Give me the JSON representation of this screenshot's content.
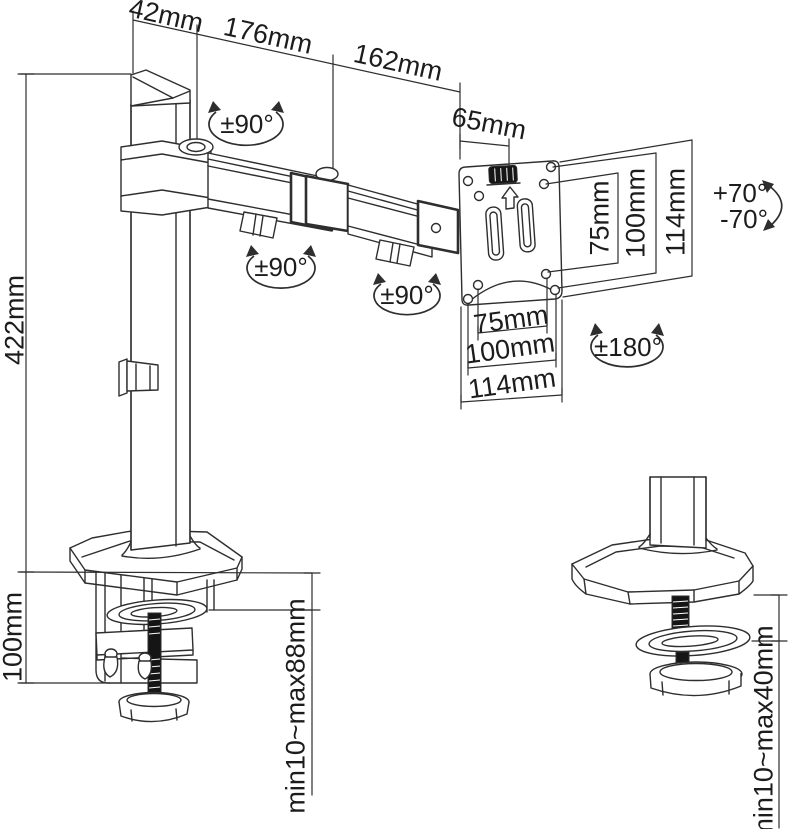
{
  "diagram": {
    "type": "technical-dimension-drawing",
    "subject": "single monitor desk mount arm with clamp and grommet base",
    "top_dimensions": {
      "pole_cap_width": "42mm",
      "arm_segment_1": "176mm",
      "arm_segment_2": "162mm",
      "vesa_offset": "65mm"
    },
    "left_dimensions": {
      "pole_height": "422mm",
      "clamp_height": "100mm"
    },
    "vesa_plate": {
      "vertical": {
        "holes_75": "75mm",
        "holes_100": "100mm",
        "plate_114": "114mm"
      },
      "horizontal": {
        "holes_75": "75mm",
        "holes_100": "100mm",
        "plate_114": "114mm"
      }
    },
    "mount_ranges": {
      "clamp": "min10~max88mm",
      "grommet": "min10~max40mm"
    },
    "rotation_indicators": {
      "pole_swivel": "±90°",
      "elbow_swivel": "±90°",
      "head_swivel": "±90°",
      "tilt_up": "+70°",
      "tilt_down": "-70°",
      "screen_rotation": "±180°"
    }
  },
  "colors": {
    "line": "#2e2e2e",
    "text": "#1c1c1c",
    "fill_dark": "#151515",
    "background": "#ffffff"
  }
}
